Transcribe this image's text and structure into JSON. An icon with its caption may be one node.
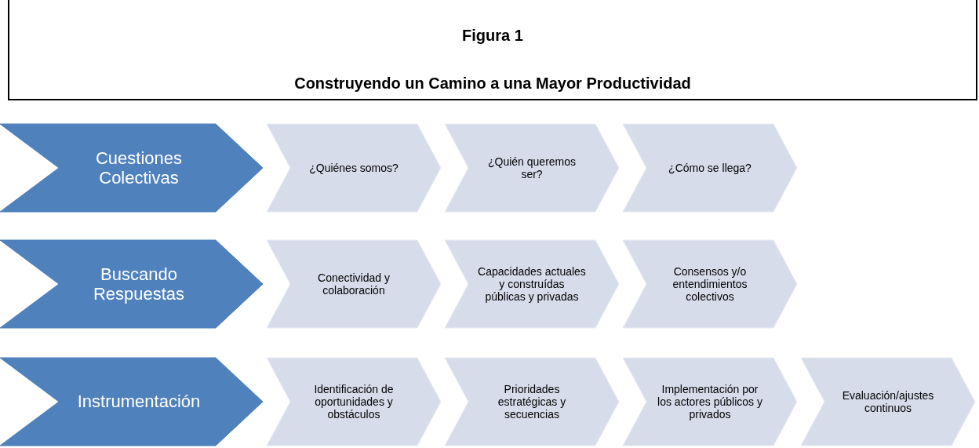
{
  "diagram": {
    "title": "Construyendo un Camino a una Mayor Productividad",
    "labels": [
      "Figura 1"
    ],
    "nodes": [
      {
        "text": [
          "Cuestiones Colectivas"
        ]
      },
      {
        "text": [
          "¿Quiénes somos?"
        ]
      },
      {
        "text": [
          "¿Quién queremos ser?"
        ]
      },
      {
        "text": [
          "¿Cómo se llega?"
        ]
      },
      {
        "text": [
          "Buscando Respuestas"
        ]
      },
      {
        "text": [
          "Conectividad y colaboración"
        ]
      },
      {
        "text": [
          "Capacidades actuales y construídas públicas y privadas"
        ]
      },
      {
        "text": [
          "Consensos y/o entendimientos colectivos"
        ]
      },
      {
        "text": [
          "Instrumentación"
        ]
      },
      {
        "text": [
          "Identificación de oportunidades y obstáculos"
        ]
      },
      {
        "text": [
          "Prioridades estratégicas y secuencias"
        ]
      },
      {
        "text": [
          "Implementación por los actores públicos y privados"
        ]
      },
      {
        "text": [
          "Evaluación/ajustes continuos"
        ]
      }
    ]
  }
}
